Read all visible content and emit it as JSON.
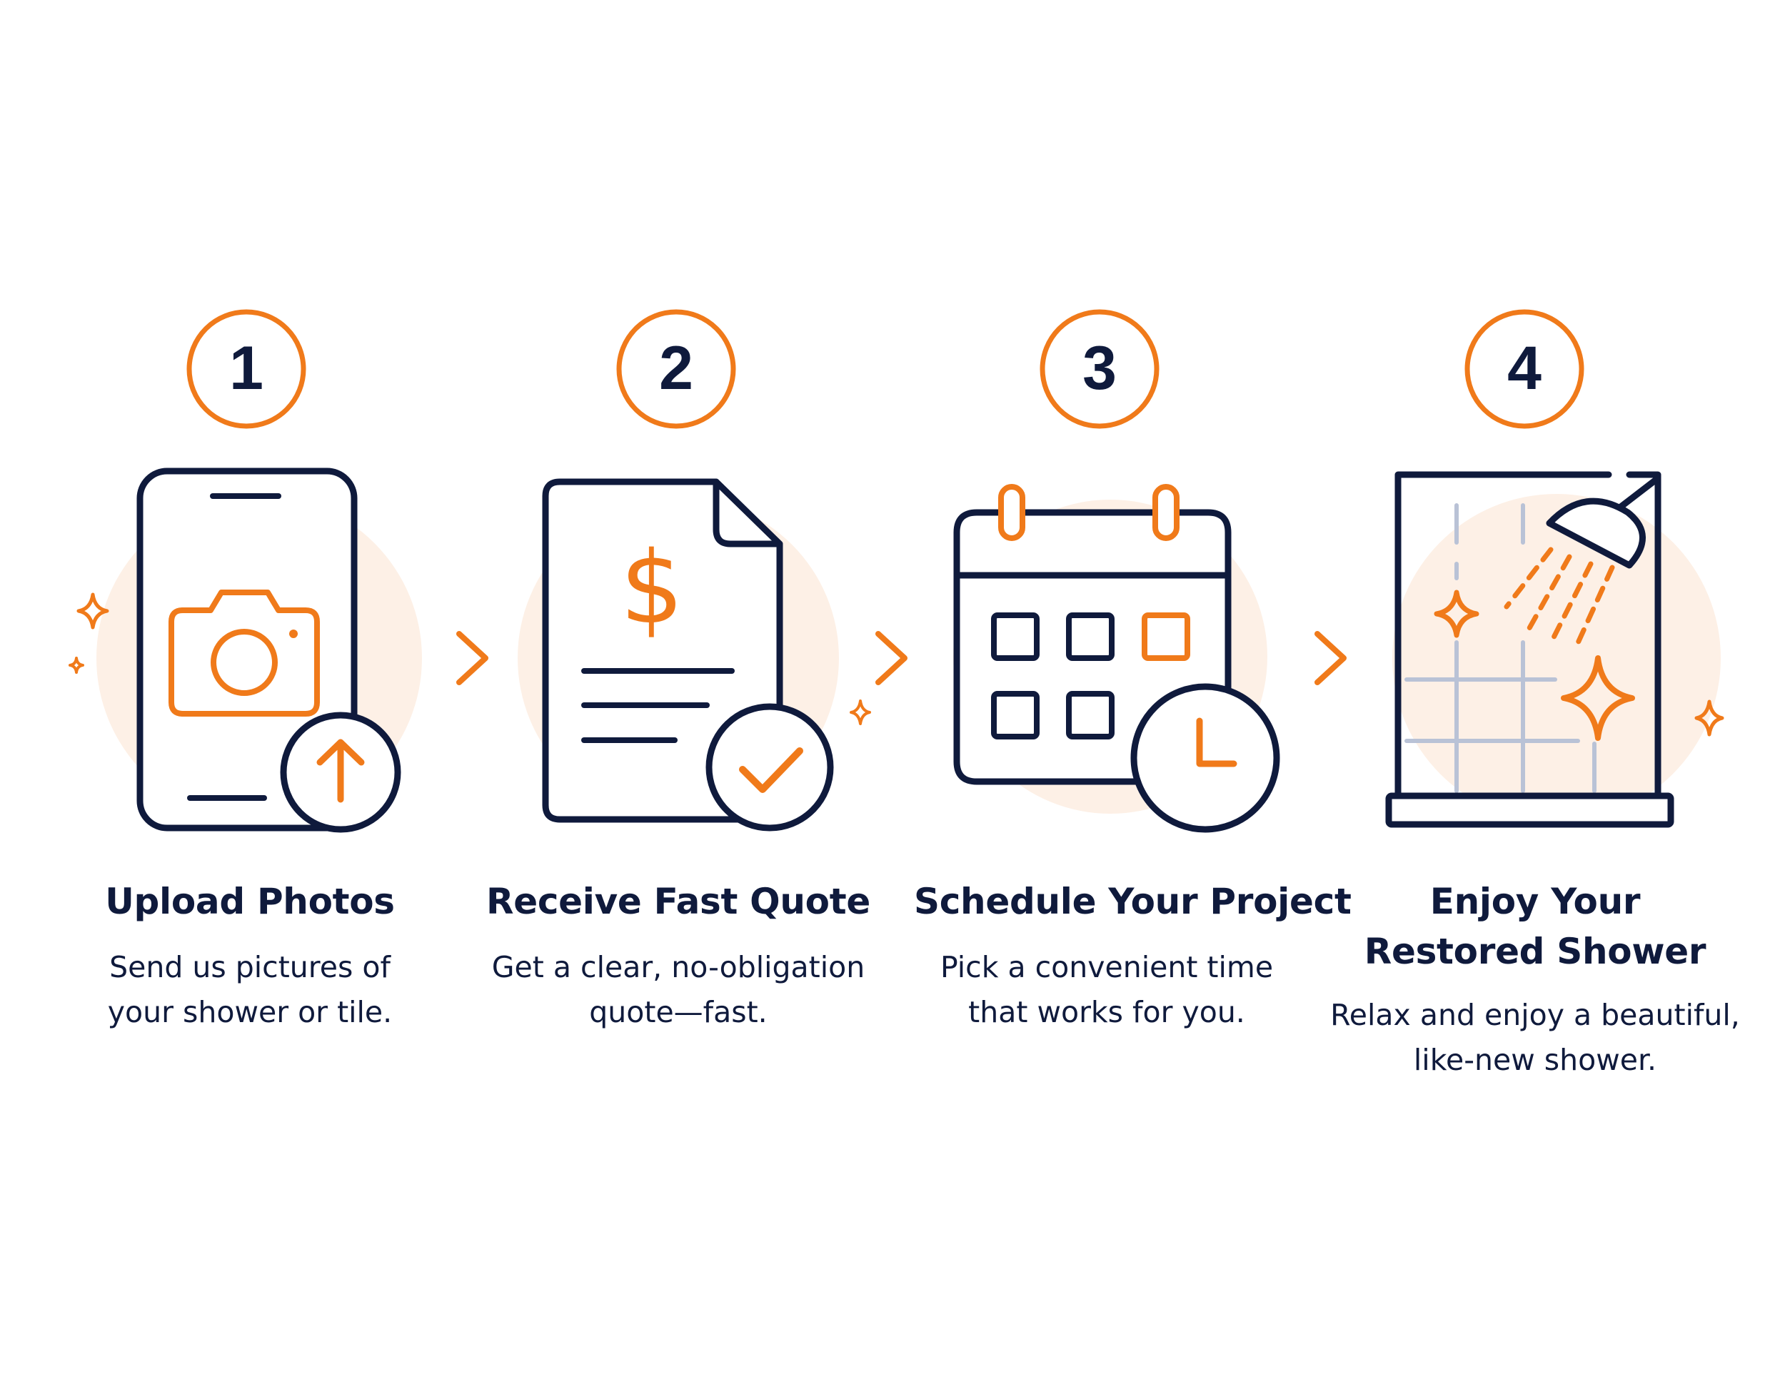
{
  "colors": {
    "navy": "#0f1a3c",
    "orange": "#f07a1a",
    "blush": "#fdf0e6",
    "tile": "#b9c2d6"
  },
  "steps": [
    {
      "number": "1",
      "icon": "phone-camera-upload-icon",
      "title": "Upload Photos",
      "desc_1": "Send us pictures of",
      "desc_2": "your shower or tile."
    },
    {
      "number": "2",
      "icon": "quote-document-check-icon",
      "title": "Receive Fast Quote",
      "desc_1": "Get a clear, no-obligation",
      "desc_2": "quote—fast."
    },
    {
      "number": "3",
      "icon": "calendar-clock-icon",
      "title": "Schedule Your Project",
      "desc_1": "Pick a convenient time",
      "desc_2": "that works for you."
    },
    {
      "number": "4",
      "icon": "sparkling-shower-icon",
      "title_1": "Enjoy Your",
      "title_2": "Restored Shower",
      "desc_1": "Relax and enjoy a beautiful,",
      "desc_2": "like-new shower."
    }
  ],
  "arrows": [
    "chevron-right-icon",
    "chevron-right-icon",
    "chevron-right-icon"
  ]
}
